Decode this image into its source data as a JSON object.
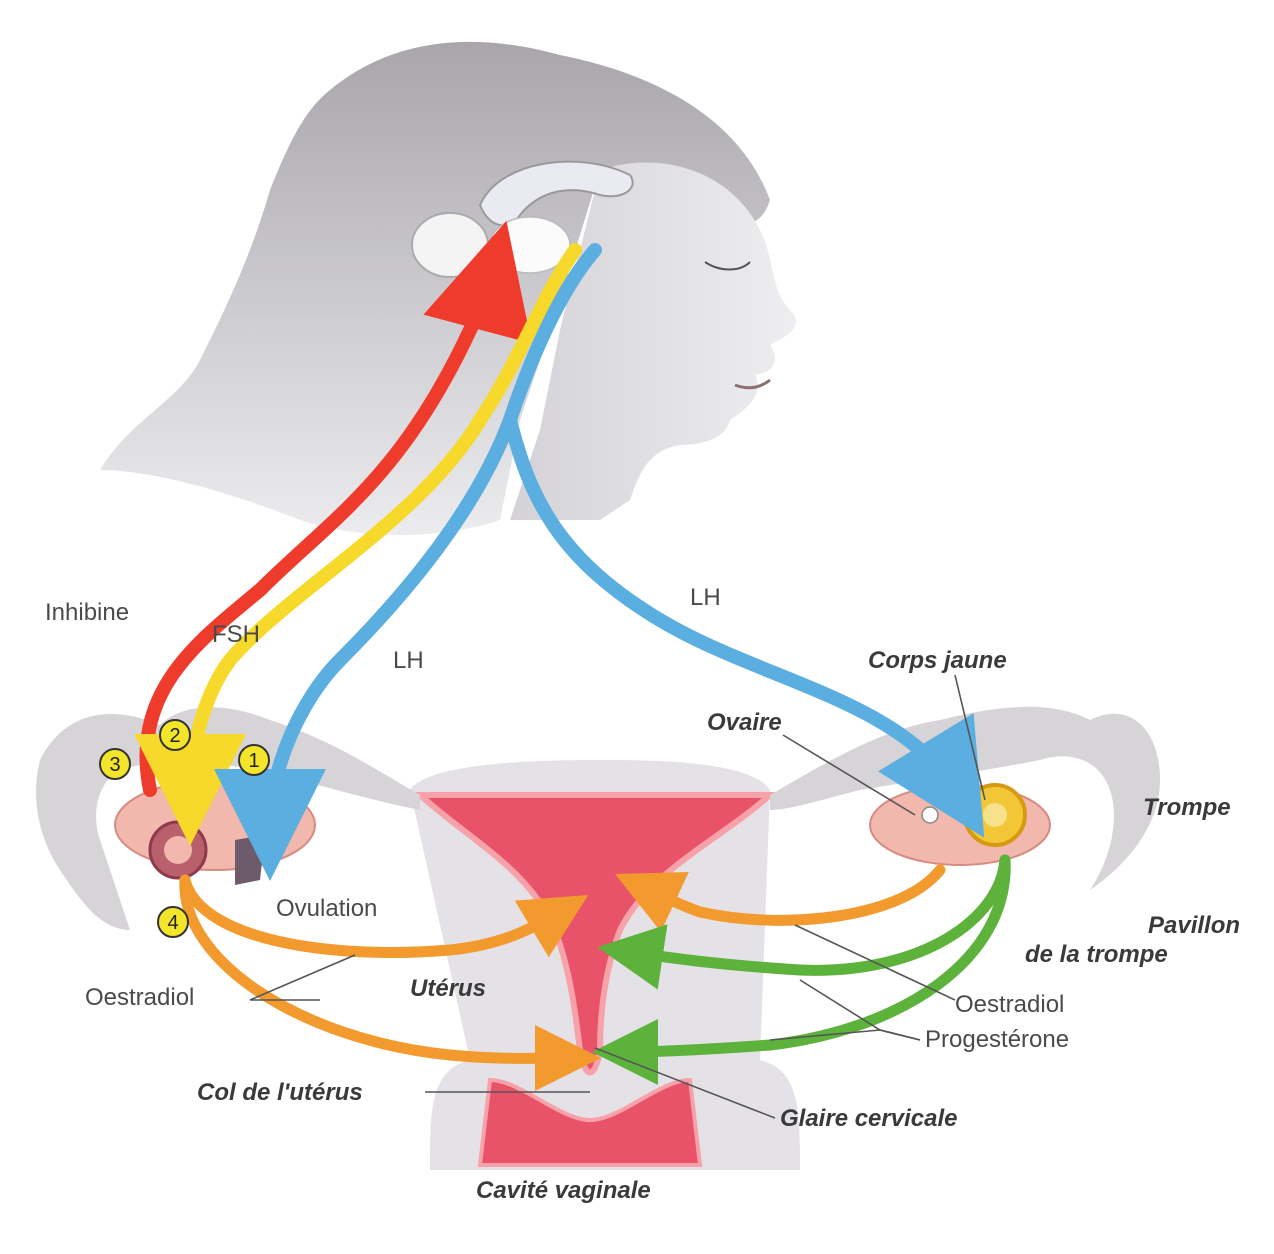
{
  "labels": {
    "inhibine": "Inhibine",
    "fsh": "FSH",
    "lh_left": "LH",
    "lh_right": "LH",
    "corps_jaune": "Corps jaune",
    "ovaire": "Ovaire",
    "trompe": "Trompe",
    "pavillon_1": "Pavillon",
    "pavillon_2": "de la trompe",
    "ovulation": "Ovulation",
    "oestradiol_left": "Oestradiol",
    "oestradiol_right": "Oestradiol",
    "uterus": "Utérus",
    "progesterone": "Progestérone",
    "col": "Col de l'utérus",
    "glaire": "Glaire cervicale",
    "cavite": "Cavité vaginale"
  },
  "badges": [
    "1",
    "2",
    "3",
    "4"
  ],
  "colors": {
    "inhibine": "#ee3b2c",
    "fsh": "#f6d92a",
    "lh": "#5aaee0",
    "oestradiol": "#f39a2e",
    "progesterone": "#5cb23a",
    "uterus": "#e8536a",
    "ovary": "#f2b7ad",
    "skin": "#b3b0b4"
  }
}
